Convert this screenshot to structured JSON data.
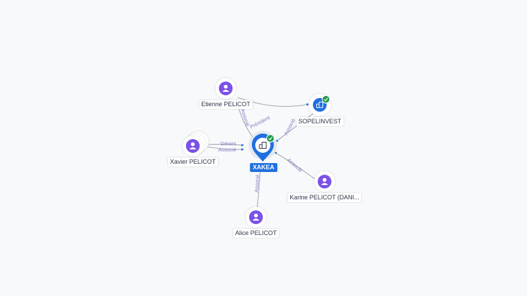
{
  "colors": {
    "person": "#7b52e8",
    "company": "#1f6fe0",
    "verified": "#1f9a4a",
    "edge": "#8c8f9c",
    "edge_label": "#7a7fc4"
  },
  "nodes": {
    "xakea": {
      "name": "XAKEA",
      "type": "company",
      "icon": "building-icon",
      "verified": true
    },
    "sopelinvest": {
      "name": "SOPELINVEST",
      "type": "company",
      "icon": "building-icon",
      "verified": true
    },
    "etienne": {
      "name": "Etienne PELICOT",
      "type": "person",
      "icon": "person-icon"
    },
    "xavier": {
      "name": "Xavier PELICOT",
      "type": "person",
      "icon": "person-icon"
    },
    "karine": {
      "name": "Karine PELICOT (DANI...",
      "type": "person",
      "icon": "person-icon"
    },
    "alice": {
      "name": "Alice PELICOT",
      "type": "person",
      "icon": "person-icon"
    }
  },
  "edges": {
    "etienne_xakea": "Associé",
    "etienne_sopelinvest": "Président",
    "sopelinvest_xakea": "Associé",
    "xavier_xakea_1": "Gérant",
    "xavier_xakea_2": "Associé",
    "karine_xakea": "Associé",
    "alice_xakea": "Associé"
  }
}
